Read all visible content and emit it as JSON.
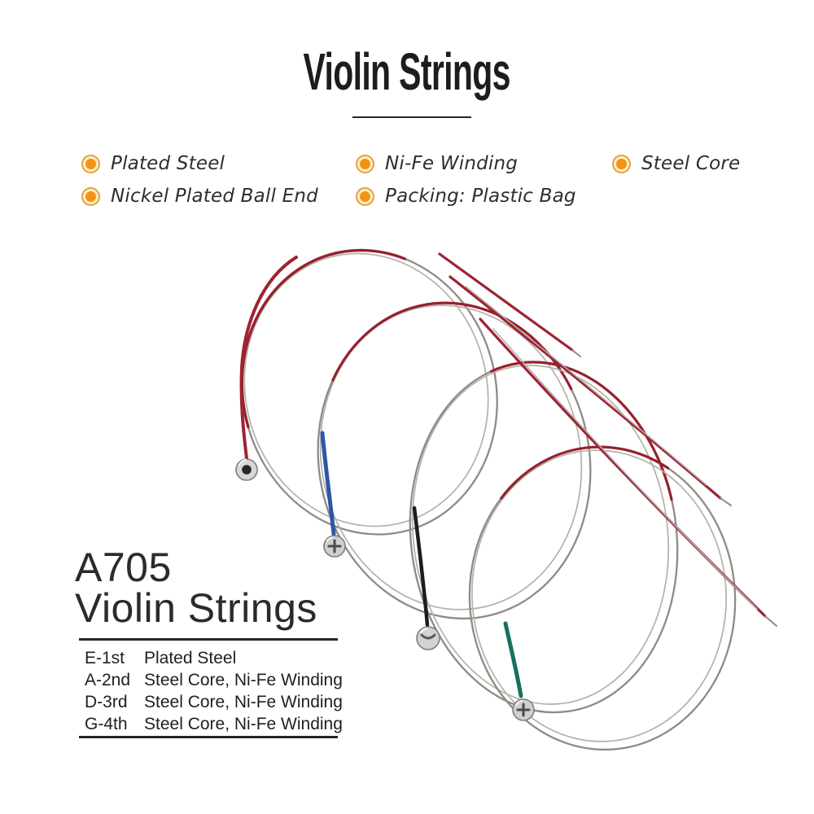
{
  "header": {
    "title": "Violin Strings"
  },
  "features": {
    "bullet_color": "#f39313",
    "bullet_ring_color": "#e3a33a",
    "items": [
      {
        "label": "Plated Steel"
      },
      {
        "label": "Nickel Plated Ball End"
      },
      {
        "label": "Ni-Fe Winding"
      },
      {
        "label": "Packing: Plastic Bag"
      },
      {
        "label": "Steel Core"
      }
    ]
  },
  "product": {
    "model": "A705",
    "name": "Violin Strings",
    "specs": [
      {
        "string": "E-1st",
        "material": "Plated Steel"
      },
      {
        "string": "A-2nd",
        "material": "Steel Core, Ni-Fe Winding"
      },
      {
        "string": "D-3rd",
        "material": "Steel Core, Ni-Fe Winding"
      },
      {
        "string": "G-4th",
        "material": "Steel Core, Ni-Fe Winding"
      }
    ]
  },
  "photo": {
    "alt": "Four coiled violin strings with nickel-plated ball ends and colored silk windings",
    "string_wire_color": "#8f8a85",
    "accent_red": "#96212d",
    "silk_colors": {
      "e_string": "#9e2430",
      "a_string": "#2e56a6",
      "d_string": "#1c1c1c",
      "g_string": "#17715f"
    }
  }
}
